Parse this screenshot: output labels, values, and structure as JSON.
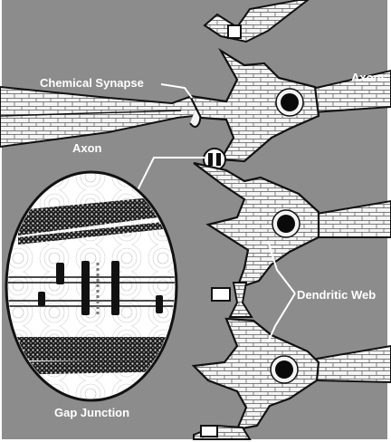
{
  "labels": {
    "chemical_synapse": "Chemical Synapse",
    "axon": "Axon",
    "axons": "Axons",
    "dendritic_web": "Dendritic Web",
    "gap_junction": "Gap Junction"
  },
  "colors": {
    "background": "#8c8c8c",
    "cell_fill": "#f4f4f4",
    "cell_outline": "#111111",
    "nucleus": "#0a0a0a",
    "label_text": "#ffffff"
  }
}
